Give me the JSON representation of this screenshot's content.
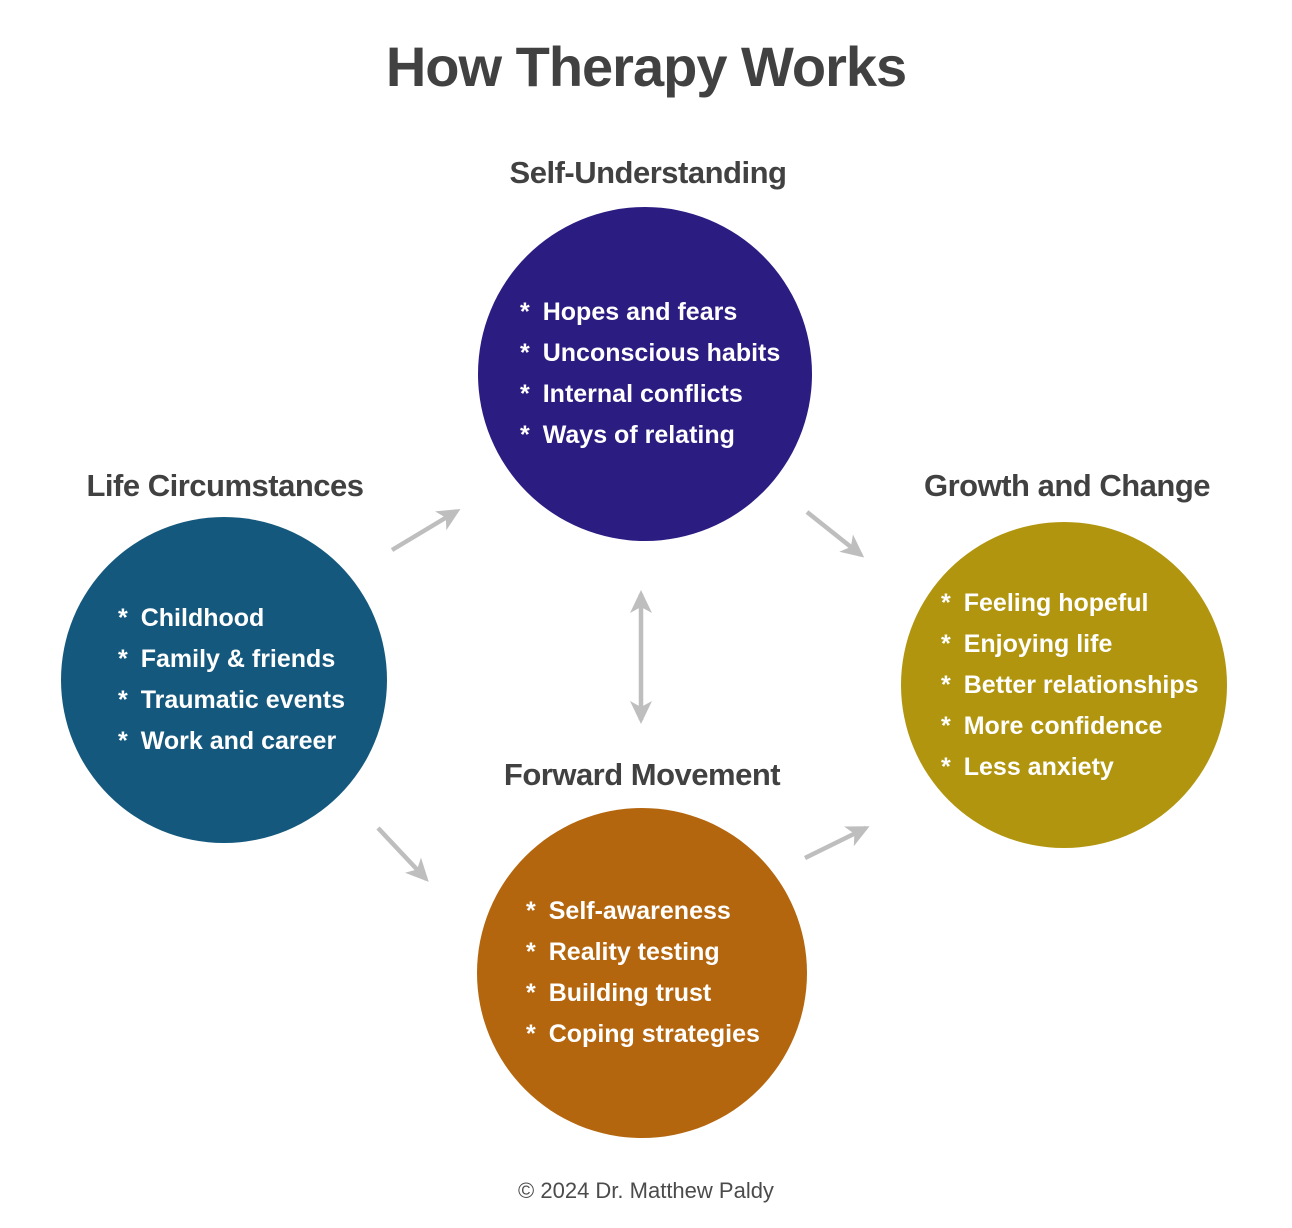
{
  "title": "How Therapy Works",
  "footer": "© 2024 Dr. Matthew Paldy",
  "bullet_glyph": "*",
  "arrow_color": "#bebebe",
  "nodes": [
    {
      "id": "self-understanding",
      "label": "Self-Understanding",
      "color": "#2b1c82",
      "items": [
        "Hopes and fears",
        "Unconscious habits",
        "Internal conflicts",
        "Ways of relating"
      ]
    },
    {
      "id": "life-circumstances",
      "label": "Life Circumstances",
      "color": "#15587d",
      "items": [
        "Childhood",
        "Family & friends",
        "Traumatic events",
        "Work and career"
      ]
    },
    {
      "id": "growth-and-change",
      "label": "Growth and Change",
      "color": "#b1950e",
      "items": [
        "Feeling hopeful",
        "Enjoying life",
        "Better relationships",
        "More confidence",
        "Less anxiety"
      ]
    },
    {
      "id": "forward-movement",
      "label": "Forward Movement",
      "color": "#b4660e",
      "items": [
        "Self-awareness",
        "Reality testing",
        "Building trust",
        "Coping strategies"
      ]
    }
  ]
}
